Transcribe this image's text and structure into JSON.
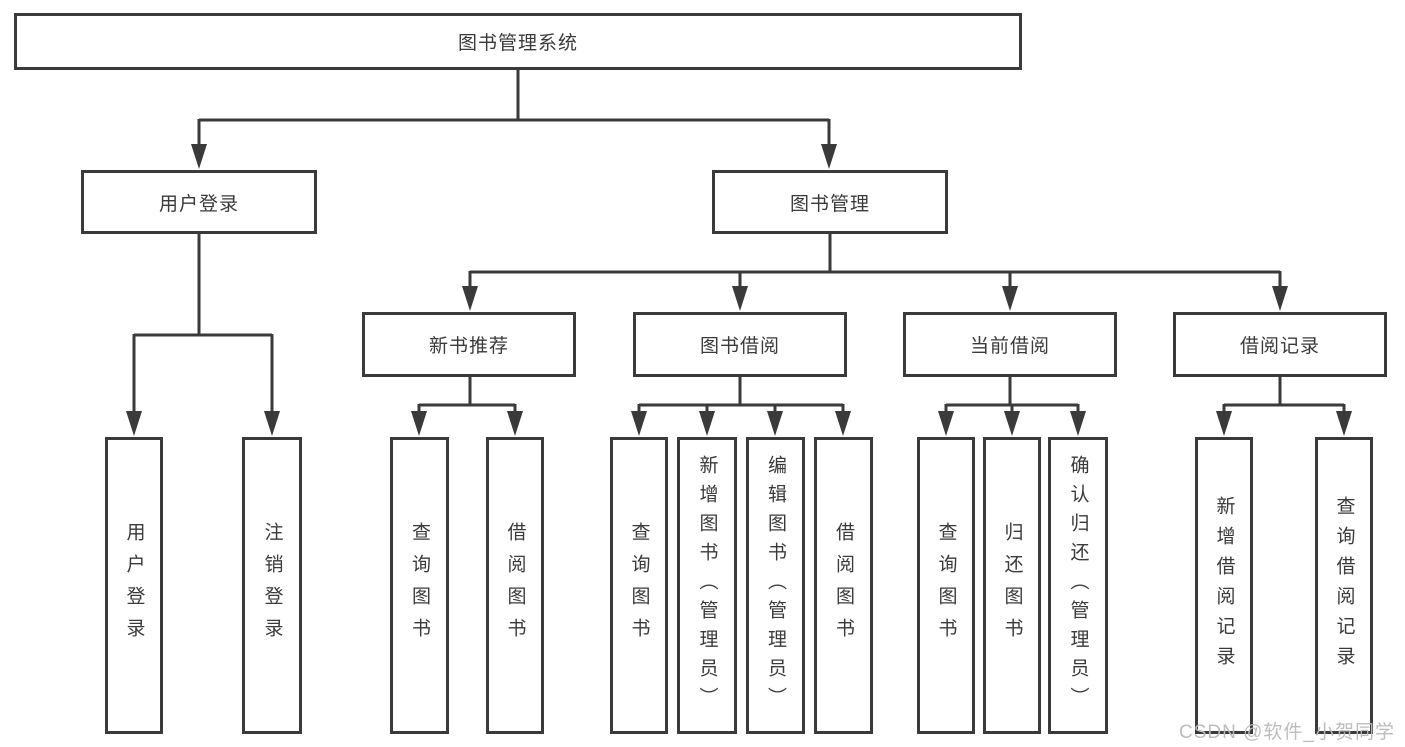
{
  "colors": {
    "line": "#3a3a3a",
    "border": "#3a3a3a",
    "text": "#3a3a3a",
    "background": "#ffffff",
    "watermark": "#b9b9b9"
  },
  "tree": {
    "root": {
      "label": "图书管理系统",
      "children": [
        {
          "label": "用户登录",
          "children": [
            {
              "label": "用户登录"
            },
            {
              "label": "注销登录"
            }
          ]
        },
        {
          "label": "图书管理",
          "children": [
            {
              "label": "新书推荐",
              "children": [
                {
                  "label": "查询图书"
                },
                {
                  "label": "借阅图书"
                }
              ]
            },
            {
              "label": "图书借阅",
              "children": [
                {
                  "label": "查询图书"
                },
                {
                  "label": "新增图书（管理员）"
                },
                {
                  "label": "编辑图书（管理员）"
                },
                {
                  "label": "借阅图书"
                }
              ]
            },
            {
              "label": "当前借阅",
              "children": [
                {
                  "label": "查询图书"
                },
                {
                  "label": "归还图书"
                },
                {
                  "label": "确认归还（管理员）"
                }
              ]
            },
            {
              "label": "借阅记录",
              "children": [
                {
                  "label": "新增借阅记录"
                },
                {
                  "label": "查询借阅记录"
                }
              ]
            }
          ]
        }
      ]
    }
  },
  "watermark": {
    "text": "CSDN @软件_小贺同学"
  }
}
